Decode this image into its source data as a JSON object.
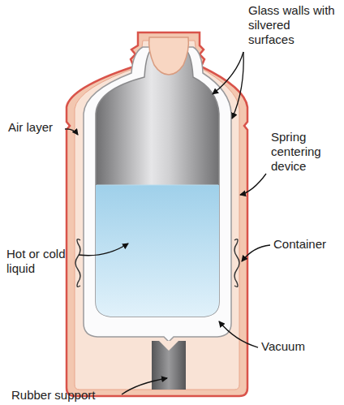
{
  "diagram": {
    "labels": [
      "Glass walls with silvered surfaces",
      "Air layer",
      "Spring centering device",
      "Container",
      "Hot or cold liquid",
      "Vacuum",
      "Rubber support"
    ]
  }
}
